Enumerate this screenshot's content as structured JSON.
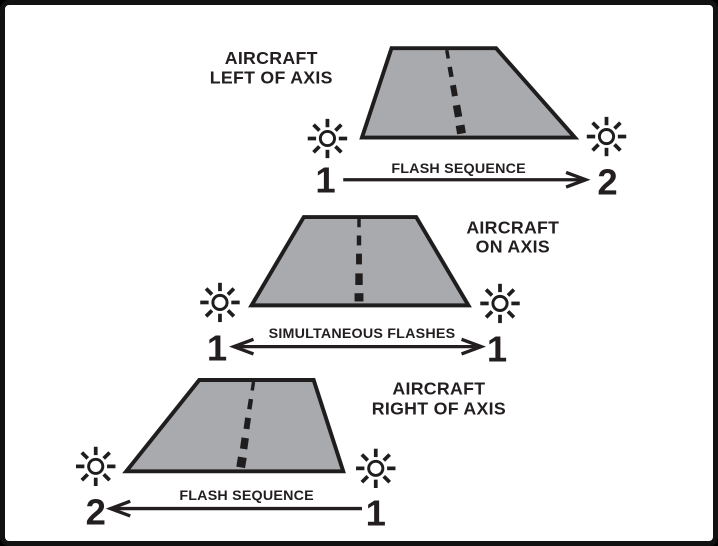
{
  "figure": {
    "description": "Runway alignment flash-light sequence diagram",
    "colors": {
      "runway_fill": "#a8aaad",
      "ink": "#231f20",
      "background": "#ffffff",
      "frame": "#121212"
    },
    "sections": [
      {
        "name": "aircraft-left-of-axis",
        "caption": {
          "line1": "AIRCRAFT",
          "line2": "LEFT OF AXIS"
        },
        "arrow_label": "FLASH SEQUENCE",
        "arrow_direction": "left-to-right",
        "left_light_label": "1",
        "right_light_label": "2"
      },
      {
        "name": "aircraft-on-axis",
        "caption": {
          "line1": "AIRCRAFT",
          "line2": "ON AXIS"
        },
        "arrow_label": "SIMULTANEOUS FLASHES",
        "arrow_direction": "both",
        "left_light_label": "1",
        "right_light_label": "1"
      },
      {
        "name": "aircraft-right-of-axis",
        "caption": {
          "line1": "AIRCRAFT",
          "line2": "RIGHT OF AXIS"
        },
        "arrow_label": "FLASH SEQUENCE",
        "arrow_direction": "right-to-left",
        "left_light_label": "2",
        "right_light_label": "1"
      }
    ]
  }
}
